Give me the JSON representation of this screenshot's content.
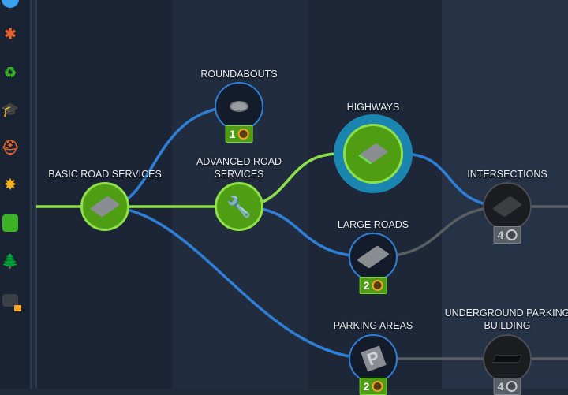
{
  "sidebar": {
    "icons": [
      "water-icon",
      "healthcare-icon",
      "garbage-icon",
      "education-icon",
      "fire-icon",
      "police-icon",
      "transport-icon",
      "parks-icon",
      "communication-locked-icon"
    ]
  },
  "colors": {
    "unlocked": "#8ee04a",
    "available": "#2f7fd6",
    "locked": "#5a5d62",
    "badge": "#4f9d12"
  },
  "nodes": {
    "basic_road_services": {
      "label": "BASIC ROAD SERVICES",
      "state": "unlocked"
    },
    "roundabouts": {
      "label": "ROUNDABOUTS",
      "cost": "1",
      "state": "available"
    },
    "advanced_road_services": {
      "label1": "ADVANCED ROAD",
      "label2": "SERVICES",
      "state": "unlocked"
    },
    "highways": {
      "label": "HIGHWAYS",
      "state": "selected"
    },
    "large_roads": {
      "label": "LARGE ROADS",
      "cost": "2",
      "state": "available"
    },
    "parking_areas": {
      "label": "PARKING AREAS",
      "cost": "2",
      "state": "available"
    },
    "intersections": {
      "label": "INTERSECTIONS",
      "cost": "4",
      "state": "locked"
    },
    "underground_parking": {
      "label1": "UNDERGROUND PARKING",
      "label2": "BUILDING",
      "cost": "4",
      "state": "locked"
    }
  }
}
